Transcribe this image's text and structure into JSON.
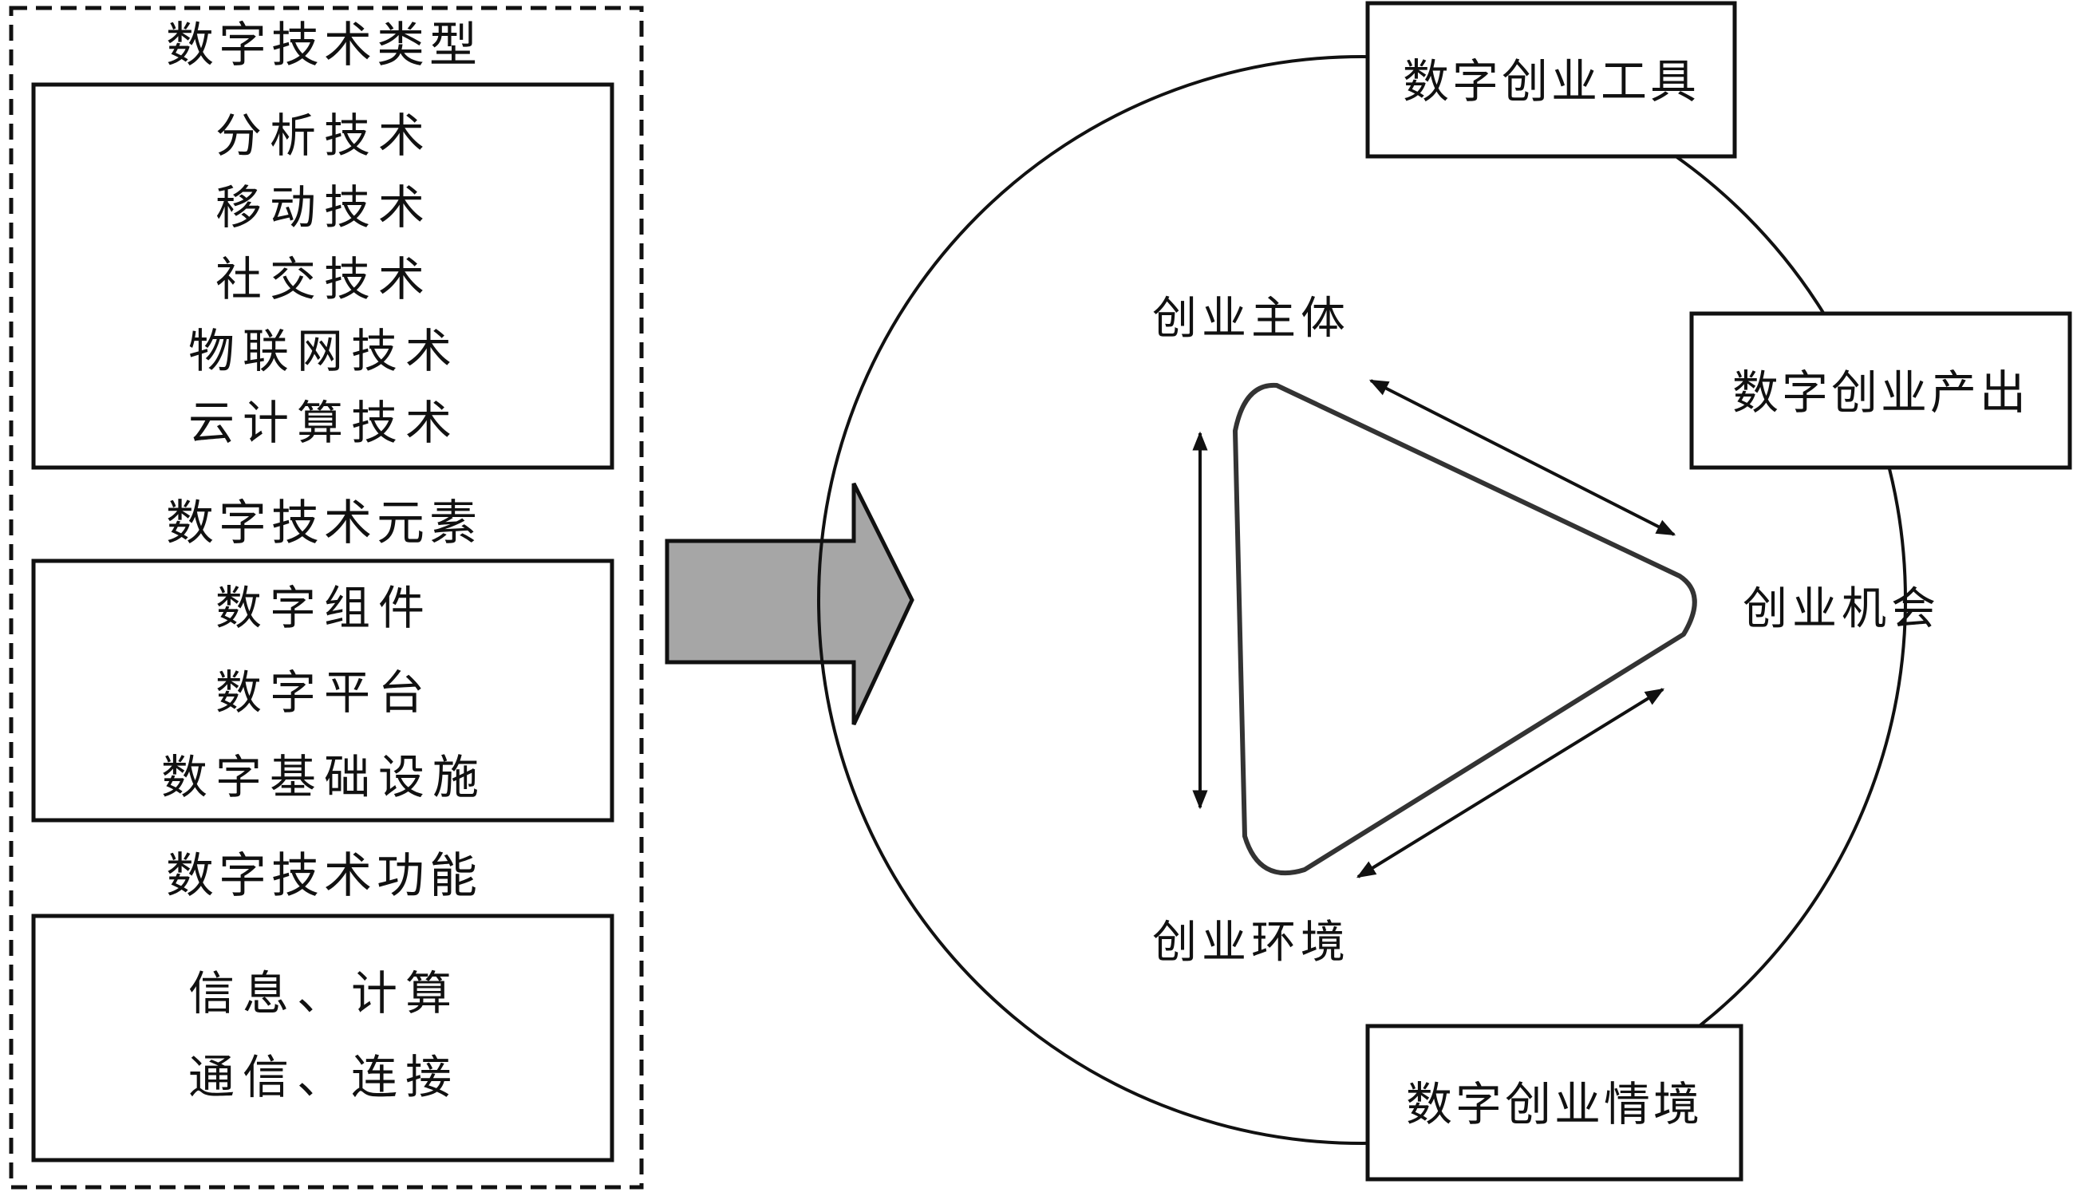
{
  "left_panel": {
    "types": {
      "title": "数字技术类型",
      "items": [
        "分析技术",
        "移动技术",
        "社交技术",
        "物联网技术",
        "云计算技术"
      ]
    },
    "elements": {
      "title": "数字技术元素",
      "items": [
        "数字组件",
        "数字平台",
        "数字基础设施"
      ]
    },
    "functions": {
      "title": "数字技术功能",
      "items": [
        "信息、计算",
        "通信、连接"
      ]
    }
  },
  "right_panel": {
    "outer_boxes": {
      "tools": "数字创业工具",
      "output": "数字创业产出",
      "context": "数字创业情境"
    },
    "triangle_nodes": {
      "subject": "创业主体",
      "opportunity": "创业机会",
      "environment": "创业环境"
    }
  }
}
